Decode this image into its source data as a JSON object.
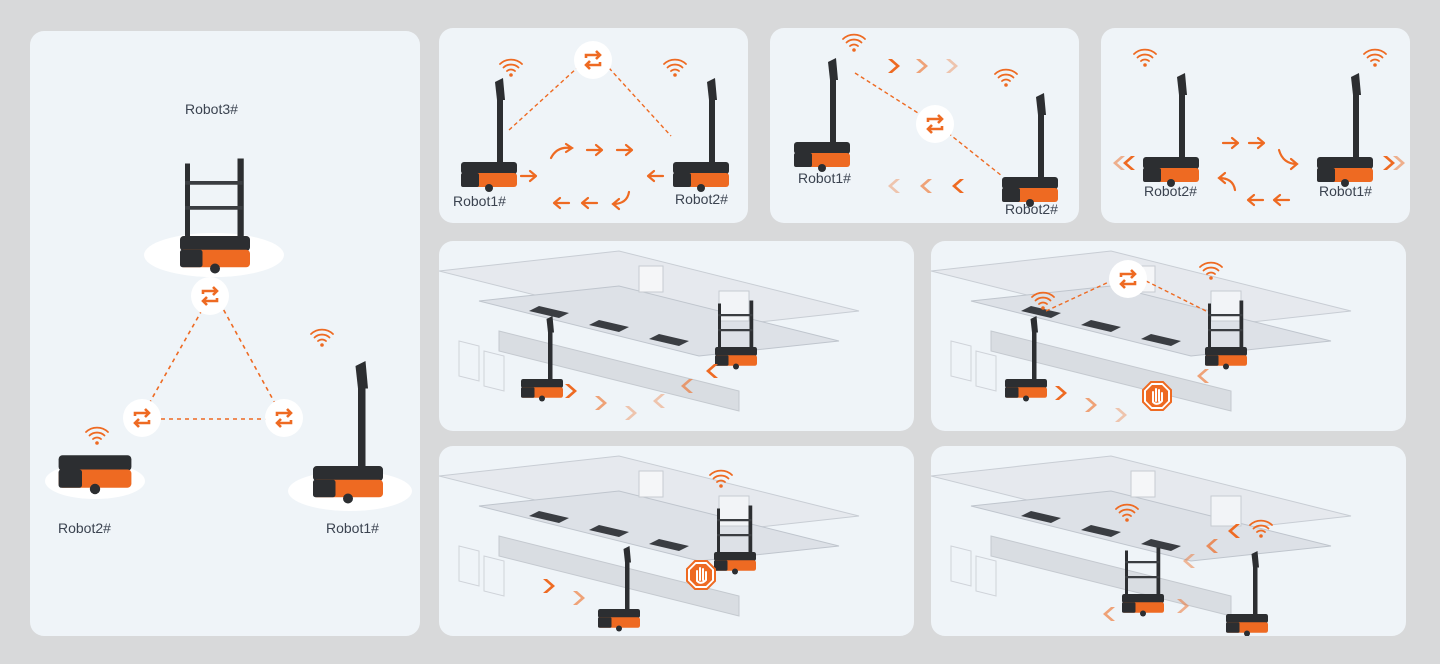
{
  "main_panel": {
    "robot3": "Robot3#",
    "robot2": "Robot2#",
    "robot1": "Robot1#"
  },
  "scenario_1": {
    "robot1": "Robot1#",
    "robot2": "Robot2#"
  },
  "scenario_2": {
    "robot1": "Robot1#",
    "robot2": "Robot2#"
  },
  "scenario_3": {
    "robot2": "Robot2#",
    "robot1": "Robot1#"
  },
  "colors": {
    "accent": "#ee6a22",
    "robot_body": "#2c2e31",
    "panel": "#eff4f8",
    "background": "#d8d9da"
  },
  "icons": [
    "wifi-icon",
    "swap-icon",
    "stop-hand-icon",
    "chevron-arrow-icon",
    "curved-arrow-icon"
  ]
}
